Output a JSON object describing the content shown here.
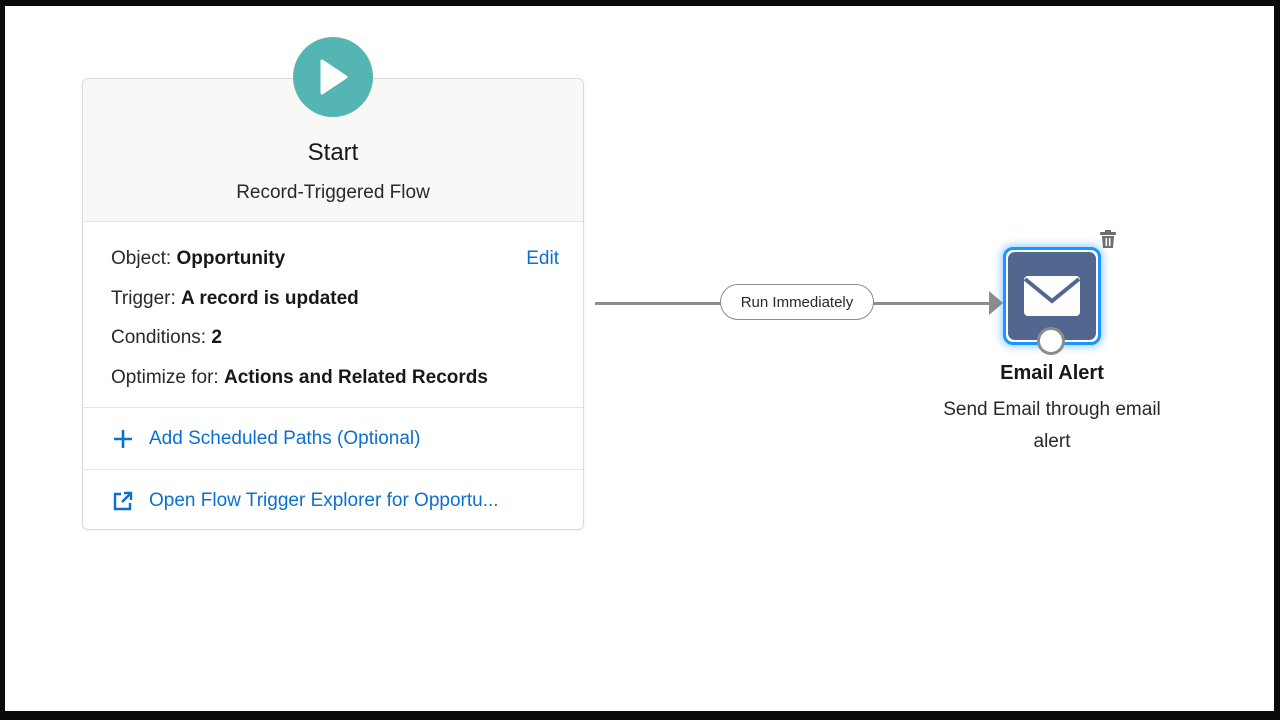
{
  "start": {
    "title": "Start",
    "subtitle": "Record-Triggered Flow",
    "icon": "play-icon",
    "accent_color": "#54b5b3",
    "details": [
      {
        "label": "Object:",
        "value": "Opportunity"
      },
      {
        "label": "Trigger:",
        "value": "A record is updated"
      },
      {
        "label": "Conditions:",
        "value": "2"
      },
      {
        "label": "Optimize for:",
        "value": "Actions and Related Records"
      }
    ],
    "edit_label": "Edit",
    "add_scheduled_paths_label": "Add Scheduled Paths (Optional)",
    "open_explorer_label": "Open Flow Trigger Explorer for Opportu..."
  },
  "connector": {
    "label": "Run Immediately"
  },
  "email_alert": {
    "title": "Email Alert",
    "description": "Send Email through email alert",
    "icon": "envelope-icon",
    "node_color": "#52668f",
    "selection_color": "#1b96ff"
  },
  "colors": {
    "link": "#0b6fd3",
    "connector": "#8c8c8c"
  }
}
